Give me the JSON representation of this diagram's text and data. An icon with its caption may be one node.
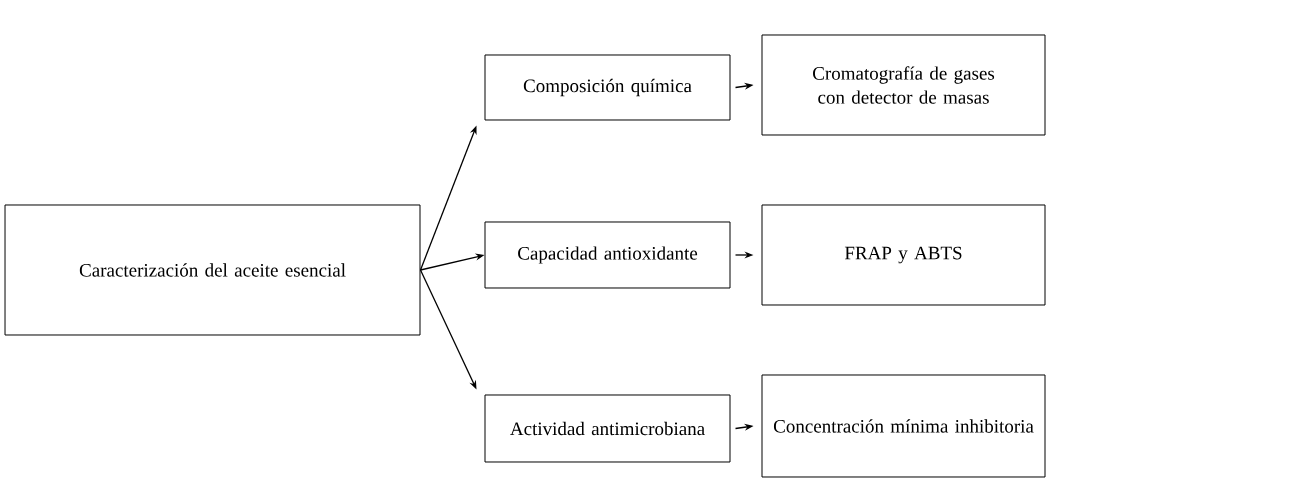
{
  "diagram": {
    "nodes": [
      {
        "text": [
          "Caracterización del aceite esencial"
        ]
      },
      {
        "text": [
          "Composición química"
        ]
      },
      {
        "text": [
          "Cromatografía de gases con detector de masas"
        ]
      },
      {
        "text": [
          "Capacidad antioxidante"
        ]
      },
      {
        "text": [
          "FRAP y ABTS"
        ]
      },
      {
        "text": [
          "Actividad antimicrobiana"
        ]
      },
      {
        "text": [
          "Concentración mínima inhibitoria"
        ]
      }
    ],
    "edges": [
      {
        "from": 0,
        "to": 1,
        "arrow": "to"
      },
      {
        "from": 0,
        "to": 3,
        "arrow": "to"
      },
      {
        "from": 0,
        "to": 5,
        "arrow": "to"
      },
      {
        "from": 1,
        "to": 2,
        "arrow": "to"
      },
      {
        "from": 3,
        "to": 4,
        "arrow": "to"
      },
      {
        "from": 5,
        "to": 6,
        "arrow": "to"
      }
    ]
  }
}
